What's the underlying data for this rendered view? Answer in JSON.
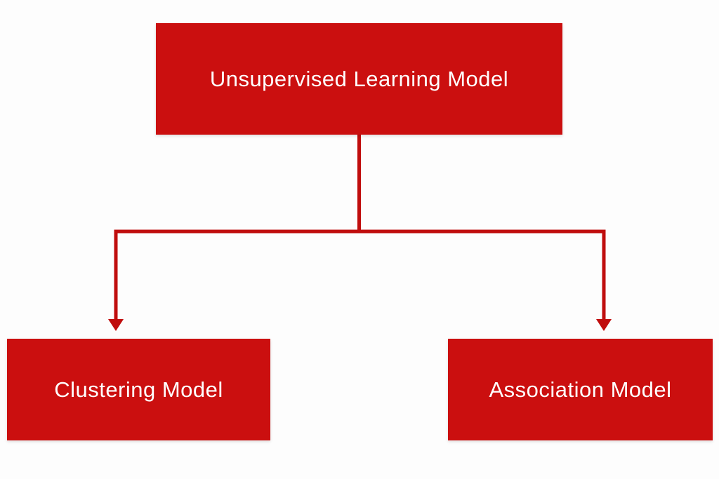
{
  "diagram": {
    "root_node": {
      "label": "Unsupervised Learning Model"
    },
    "children": [
      {
        "id": "clustering",
        "label": "Clustering Model"
      },
      {
        "id": "association",
        "label": "Association Model"
      }
    ],
    "colors": {
      "node_fill": "#cb0f0f",
      "node_text": "#ffffff",
      "connector": "#c00d0d",
      "background": "#fdfdfd"
    }
  }
}
